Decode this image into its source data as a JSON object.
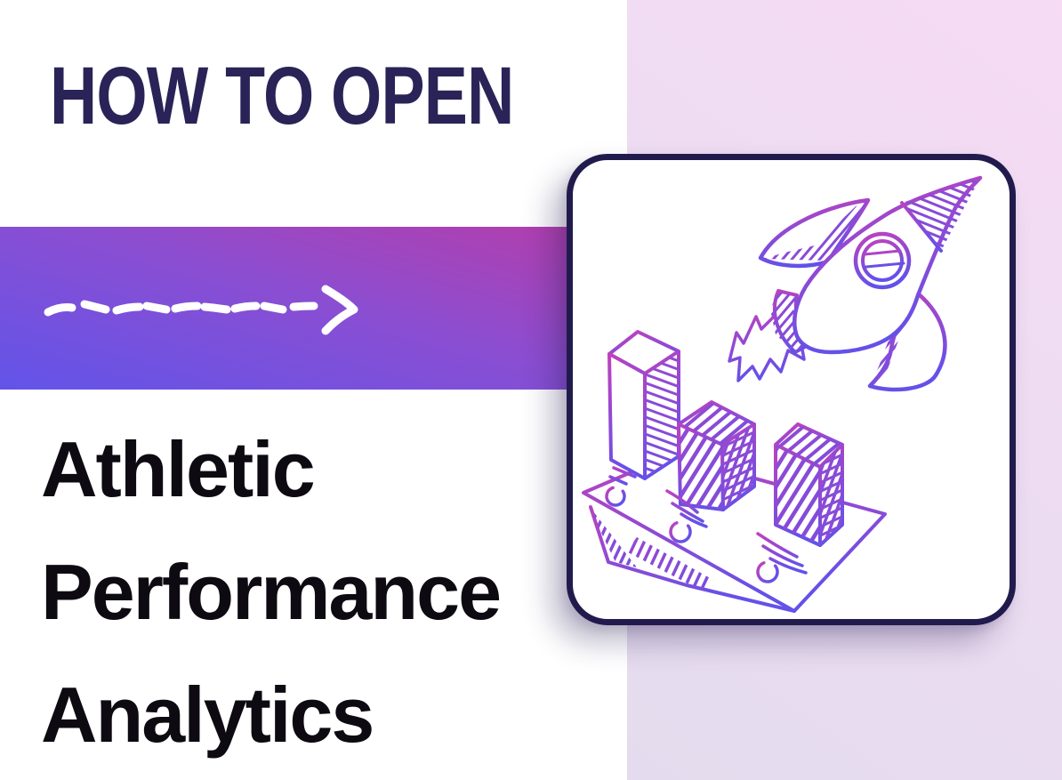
{
  "heading": {
    "text": "HOW TO OPEN",
    "color": "#2a2357"
  },
  "title": {
    "lines": [
      "Athletic",
      "Performance",
      "Analytics"
    ],
    "color": "#0d0b11"
  },
  "banner": {
    "gradient_from": "#6254e9",
    "gradient_to": "#b23fae",
    "arrow_icon": "hand-drawn-dashed-arrow-right",
    "arrow_color": "#ffffff"
  },
  "side_panel": {
    "gradient_from": "#f7dbf4",
    "gradient_to": "#e4dcee"
  },
  "card": {
    "background": "#ffffff",
    "border_color": "#211b4d",
    "illustration": "rocket-launching-over-isometric-bar-chart",
    "ink_gradient_from": "#bf42bd",
    "ink_gradient_to": "#6351e9"
  }
}
